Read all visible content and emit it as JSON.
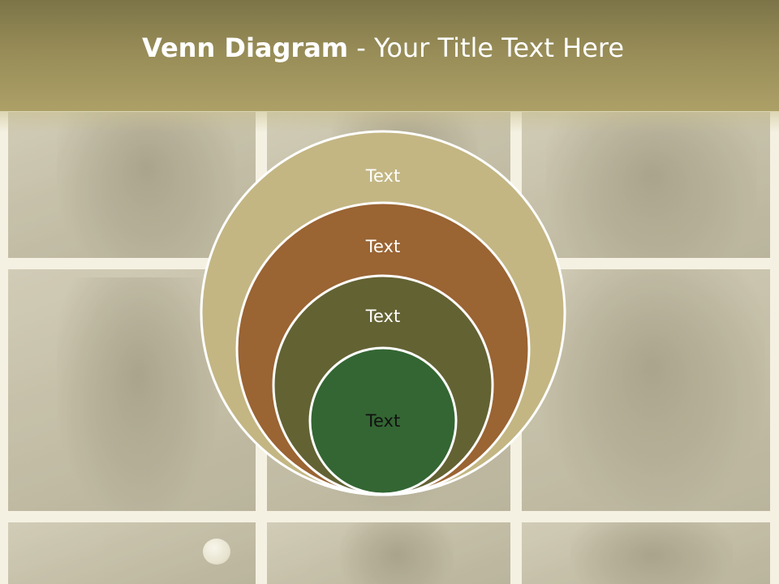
{
  "header": {
    "title_bold": "Venn Diagram",
    "title_rest": " - Your Title Text Here"
  },
  "diagram": {
    "type": "nested-circles",
    "rings": [
      {
        "label": "Text",
        "fill": "#c3b683",
        "text_color": "#ffffff"
      },
      {
        "label": "Text",
        "fill": "#9a6433",
        "text_color": "#ffffff"
      },
      {
        "label": "Text",
        "fill": "#636233",
        "text_color": "#ffffff"
      },
      {
        "label": "Text",
        "fill": "#336633",
        "text_color": "#111111"
      }
    ],
    "outline_color": "#ffffff"
  },
  "background": {
    "header_color": "#978c57",
    "photo_tint": "#b9b39b",
    "gutter_color": "#f6f3e6"
  }
}
